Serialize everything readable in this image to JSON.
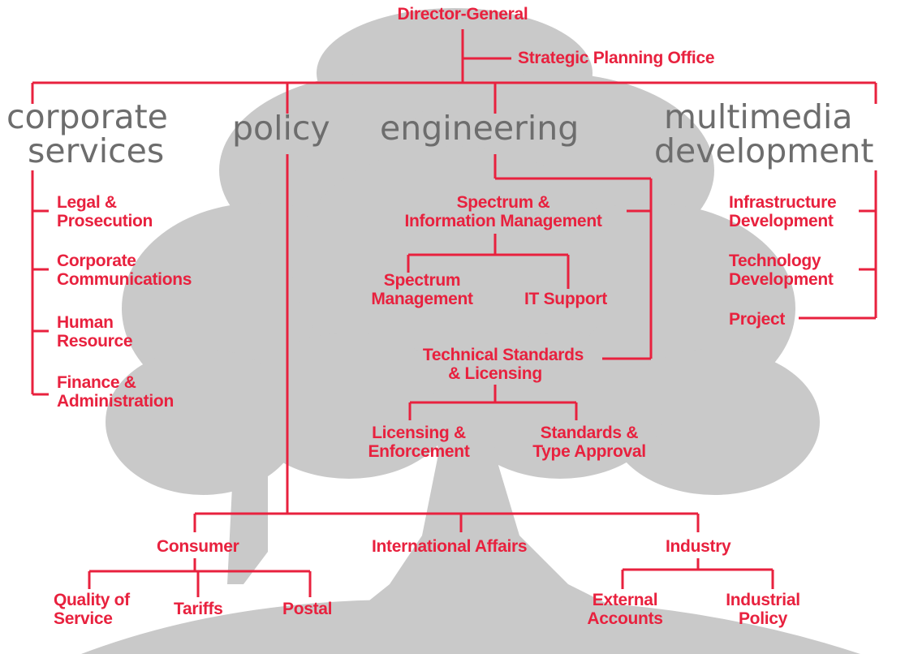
{
  "colors": {
    "line": "#e8213e",
    "label": "#e8213e",
    "division": "#6d6d6d",
    "tree": "#c9c9c9"
  },
  "top": {
    "director_general": "Director-General",
    "strategic_planning": "Strategic Planning Office"
  },
  "divisions": {
    "corporate_1": "corporate",
    "corporate_2": "services",
    "policy": "policy",
    "engineering": "engineering",
    "multimedia_1": "multimedia",
    "multimedia_2": "development"
  },
  "corporate_units": {
    "legal_1": "Legal &",
    "legal_2": "Prosecution",
    "comms_1": "Corporate",
    "comms_2": "Communications",
    "hr_1": "Human",
    "hr_2": "Resource",
    "finance_1": "Finance &",
    "finance_2": "Administration"
  },
  "engineering_units": {
    "sim_1": "Spectrum &",
    "sim_2": "Information Management",
    "sm_1": "Spectrum",
    "sm_2": "Management",
    "it": "IT Support",
    "tsl_1": "Technical Standards",
    "tsl_2": "& Licensing",
    "le_1": "Licensing &",
    "le_2": "Enforcement",
    "sta_1": "Standards &",
    "sta_2": "Type Approval"
  },
  "multimedia_units": {
    "infra_1": "Infrastructure",
    "infra_2": "Development",
    "tech_1": "Technology",
    "tech_2": "Development",
    "project": "Project"
  },
  "policy_units": {
    "consumer": "Consumer",
    "international": "International Affairs",
    "industry": "Industry",
    "qos_1": "Quality of",
    "qos_2": "Service",
    "tariffs": "Tariffs",
    "postal": "Postal",
    "ext_1": "External",
    "ext_2": "Accounts",
    "ind_1": "Industrial",
    "ind_2": "Policy"
  }
}
